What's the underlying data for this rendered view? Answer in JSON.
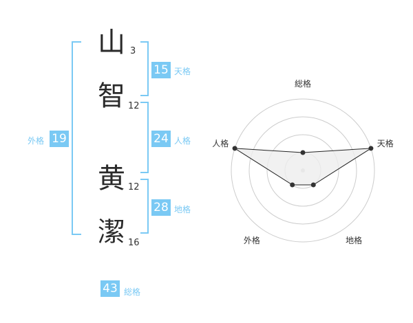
{
  "name": {
    "chars": [
      {
        "char": "山",
        "strokes": "3"
      },
      {
        "char": "智",
        "strokes": "12"
      },
      {
        "char": "黄",
        "strokes": "12"
      },
      {
        "char": "潔",
        "strokes": "16"
      }
    ]
  },
  "fortune": {
    "tenkaku": {
      "value": "15",
      "label": "天格"
    },
    "jinkaku": {
      "value": "24",
      "label": "人格"
    },
    "chikaku": {
      "value": "28",
      "label": "地格"
    },
    "gaikaku": {
      "value": "19",
      "label": "外格"
    },
    "soukaku": {
      "value": "43",
      "label": "総格"
    }
  },
  "chart_data": {
    "type": "radar",
    "axes": [
      "総格",
      "天格",
      "地格",
      "外格",
      "人格"
    ],
    "values": [
      1,
      4,
      1,
      1,
      4
    ],
    "rmax": 4,
    "rings": 4,
    "colors": {
      "fill": "#eeeeee",
      "stroke": "#222222",
      "grid": "#cccccc",
      "point": "#333333"
    }
  }
}
